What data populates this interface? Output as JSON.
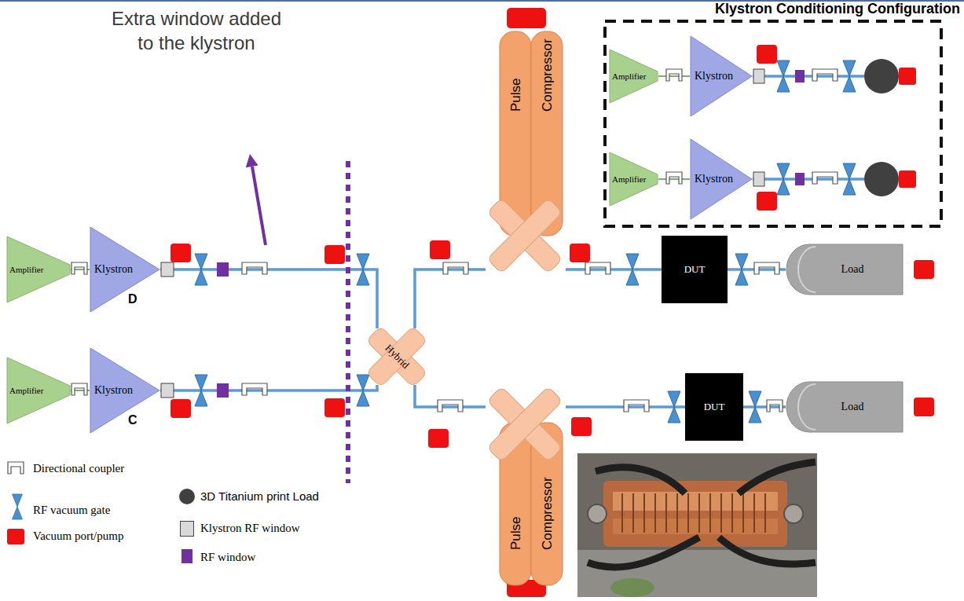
{
  "diagram": {
    "nodes": [
      {
        "text": [
          "Klystron Conditioning Configuration"
        ]
      },
      {
        "text": [
          "Amplifier"
        ],
        "in": 0
      },
      {
        "text": [
          "Klystron"
        ],
        "in": 0
      },
      {
        "text": [
          "Amplifier"
        ],
        "in": 0
      },
      {
        "text": [
          "Klystron"
        ],
        "in": 0
      },
      {
        "text": [
          "Pulse Compressor"
        ]
      },
      {
        "text": [
          "Amplifier"
        ]
      },
      {
        "text": [
          "Klystron"
        ]
      },
      {
        "text": [
          "DUT"
        ]
      },
      {
        "text": [
          "Load"
        ]
      },
      {
        "text": [
          "Hybrid"
        ]
      },
      {
        "text": [
          "Amplifier"
        ]
      },
      {
        "text": [
          "Klystron"
        ]
      },
      {
        "text": [
          "DUT"
        ]
      },
      {
        "text": [
          "Load"
        ]
      },
      {
        "text": [
          "Pulse Compressor"
        ]
      }
    ],
    "edges": [
      {
        "from": 1,
        "to": 2,
        "arrow": "none"
      },
      {
        "from": 3,
        "to": 4,
        "arrow": "none"
      },
      {
        "from": 6,
        "to": 7,
        "arrow": "none"
      },
      {
        "from": 7,
        "to": 10,
        "arrow": "none"
      },
      {
        "from": 11,
        "to": 12,
        "arrow": "none"
      },
      {
        "from": 12,
        "to": 10,
        "arrow": "none"
      },
      {
        "from": 10,
        "to": 5,
        "arrow": "none"
      },
      {
        "from": 5,
        "to": 8,
        "arrow": "none"
      },
      {
        "from": 8,
        "to": 9,
        "arrow": "none"
      },
      {
        "from": 10,
        "to": 15,
        "arrow": "none"
      },
      {
        "from": 15,
        "to": 13,
        "arrow": "none"
      },
      {
        "from": 13,
        "to": 14,
        "arrow": "none"
      }
    ],
    "labels": [
      "Extra window added to the klystron",
      "D",
      "C"
    ],
    "legend": [
      {
        "text": "Directional coupler"
      },
      {
        "text": "RF vacuum gate"
      },
      {
        "text": "Vacuum port/pump",
        "color": "#ee1111"
      },
      {
        "text": "3D Titanium print Load",
        "color": "#404040"
      },
      {
        "text": "Klystron RF window",
        "color": "#d9d9d9"
      },
      {
        "text": "RF window",
        "color": "#7030a0"
      }
    ]
  }
}
